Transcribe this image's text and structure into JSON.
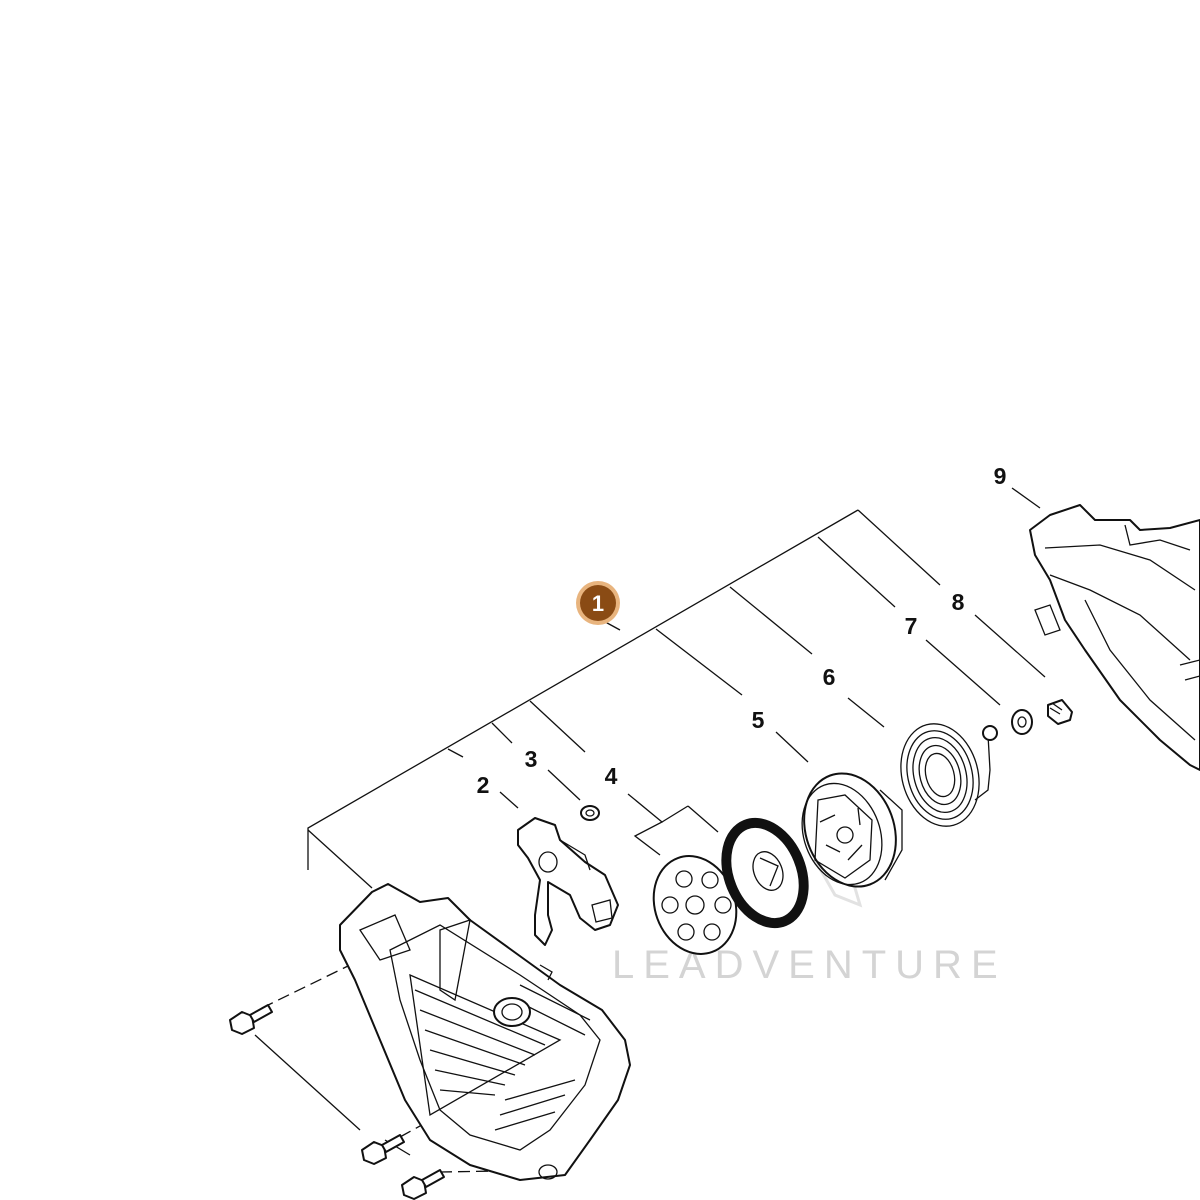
{
  "diagram": {
    "highlight": {
      "number": "1",
      "color": "#8a4b14",
      "ring_color": "#e0a060"
    },
    "callouts": [
      "2",
      "3",
      "4",
      "5",
      "6",
      "7",
      "8",
      "9"
    ],
    "watermark": "LEADVENTURE",
    "colors": {
      "line": "#111111",
      "watermark": "#d4d4d4"
    }
  }
}
